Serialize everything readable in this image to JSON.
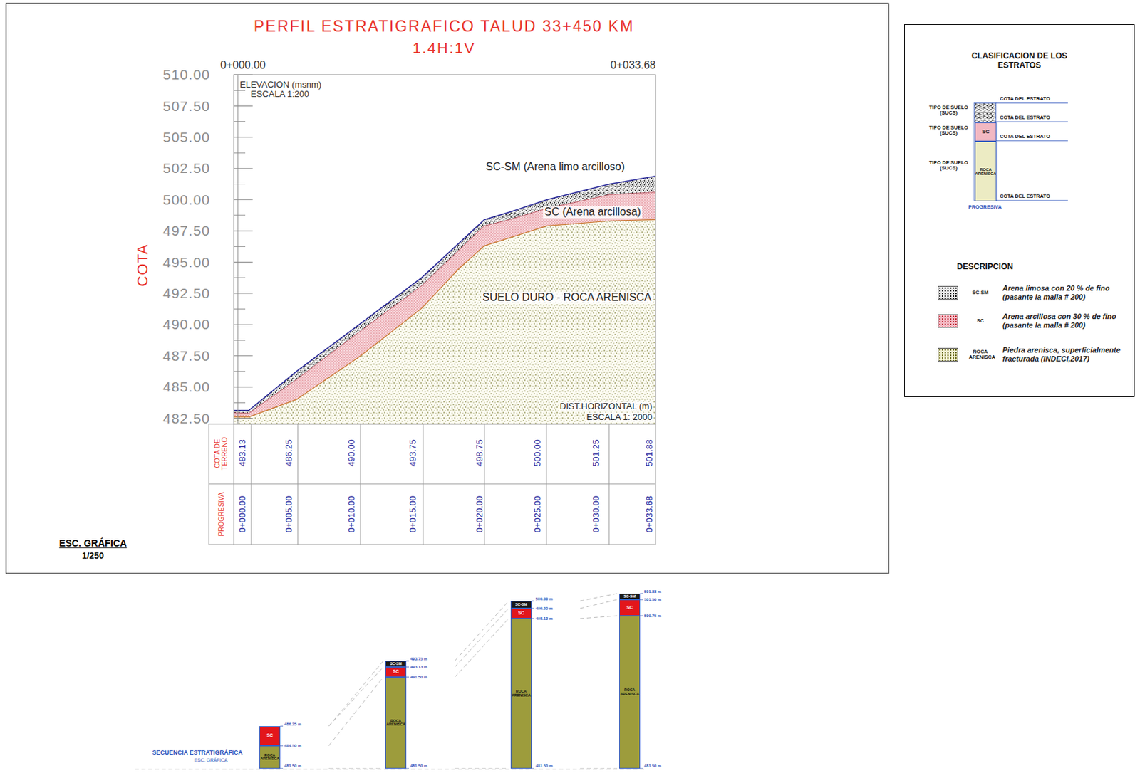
{
  "diagram": {
    "title": "PERFIL ESTRATIGRAFICO TALUD 33+450 KM",
    "nodes": [
      {
        "text": [
          "CLASIFICACION DE LOS ESTRATOS"
        ]
      },
      {
        "text": [
          "SC"
        ],
        "in": 0
      },
      {
        "text": [
          "ROCA ARENISCA"
        ],
        "in": 0
      },
      {
        "text": [
          "SC"
        ]
      },
      {
        "text": [
          "ROCA ARENISCA"
        ]
      },
      {
        "text": [
          "SC-SM"
        ]
      },
      {
        "text": [
          "SC"
        ]
      },
      {
        "text": [
          "ROCA ARENISCA"
        ]
      },
      {
        "text": [
          "SC-SM"
        ]
      },
      {
        "text": [
          "SC"
        ]
      },
      {
        "text": [
          "ROCA ARENISCA"
        ]
      },
      {
        "text": [
          "SC-SM"
        ]
      },
      {
        "text": [
          "SC"
        ]
      },
      {
        "text": [
          "ROCA ARENISCA"
        ]
      }
    ],
    "labels": [
      "1.4H:1V",
      "510.00",
      "507.50",
      "505.00",
      "502.50",
      "500.00",
      "497.50",
      "495.00",
      "492.50",
      "490.00",
      "487.50",
      "485.00",
      "482.50",
      "COTA",
      "0+000.00",
      "0+033.68",
      "ELEVACION (msnm)",
      "ESCALA 1:200",
      "SC-SM (Arena limo arcilloso)",
      "SC (Arena arcillosa)",
      "SUELO DURO - ROCA ARENISCA",
      "DIST.HORIZONTAL (m)",
      "ESCALA 1: 2000",
      "COTA DE TERRENO",
      "483.13",
      "486.25",
      "490.00",
      "493.75",
      "498.75",
      "500.00",
      "501.25",
      "501.88",
      "PROGRESIVA",
      "0+000.00",
      "0+005.00",
      "0+010.00",
      "0+015.00",
      "0+020.00",
      "0+025.00",
      "0+030.00",
      "0+033.68",
      "ESC. GRÁFICA",
      "1/250",
      "TIPO DE SUELO (SUCS)",
      "TIPO DE SUELO (SUCS)",
      "TIPO DE SUELO (SUCS)",
      "COTA DEL ESTRATO",
      "COTA DEL ESTRATO",
      "COTA DEL ESTRATO",
      "COTA DEL ESTRATO",
      "PROGRESIVA",
      "DESCRIPCION",
      "SC-SM",
      "SC",
      "ROCA ARENISCA",
      "SECUENCIA ESTRATIGRÁFICA",
      "ESC. GRÁFICA",
      "486.25 m",
      "484.50 m",
      "481.50 m",
      "493.75 m",
      "493.13 m",
      "491.50 m",
      "481.50 m",
      "500.00 m",
      "499.50 m",
      "498.13 m",
      "481.50 m",
      "501.88 m",
      "501.50 m",
      "500.75 m",
      "481.50 m"
    ],
    "legend": [
      {
        "text": "Arena limosa con 20 % de fino (pasante la malla # 200)",
        "color": "#e6e6e6"
      },
      {
        "text": "Arena arcillosa con 30 % de fino (pasante la malla # 200)",
        "color": "#f2b8c2"
      },
      {
        "text": "Piedra arenisca, superficialmente fracturada (INDECI,2017)",
        "color": "#f1efcf"
      }
    ]
  }
}
